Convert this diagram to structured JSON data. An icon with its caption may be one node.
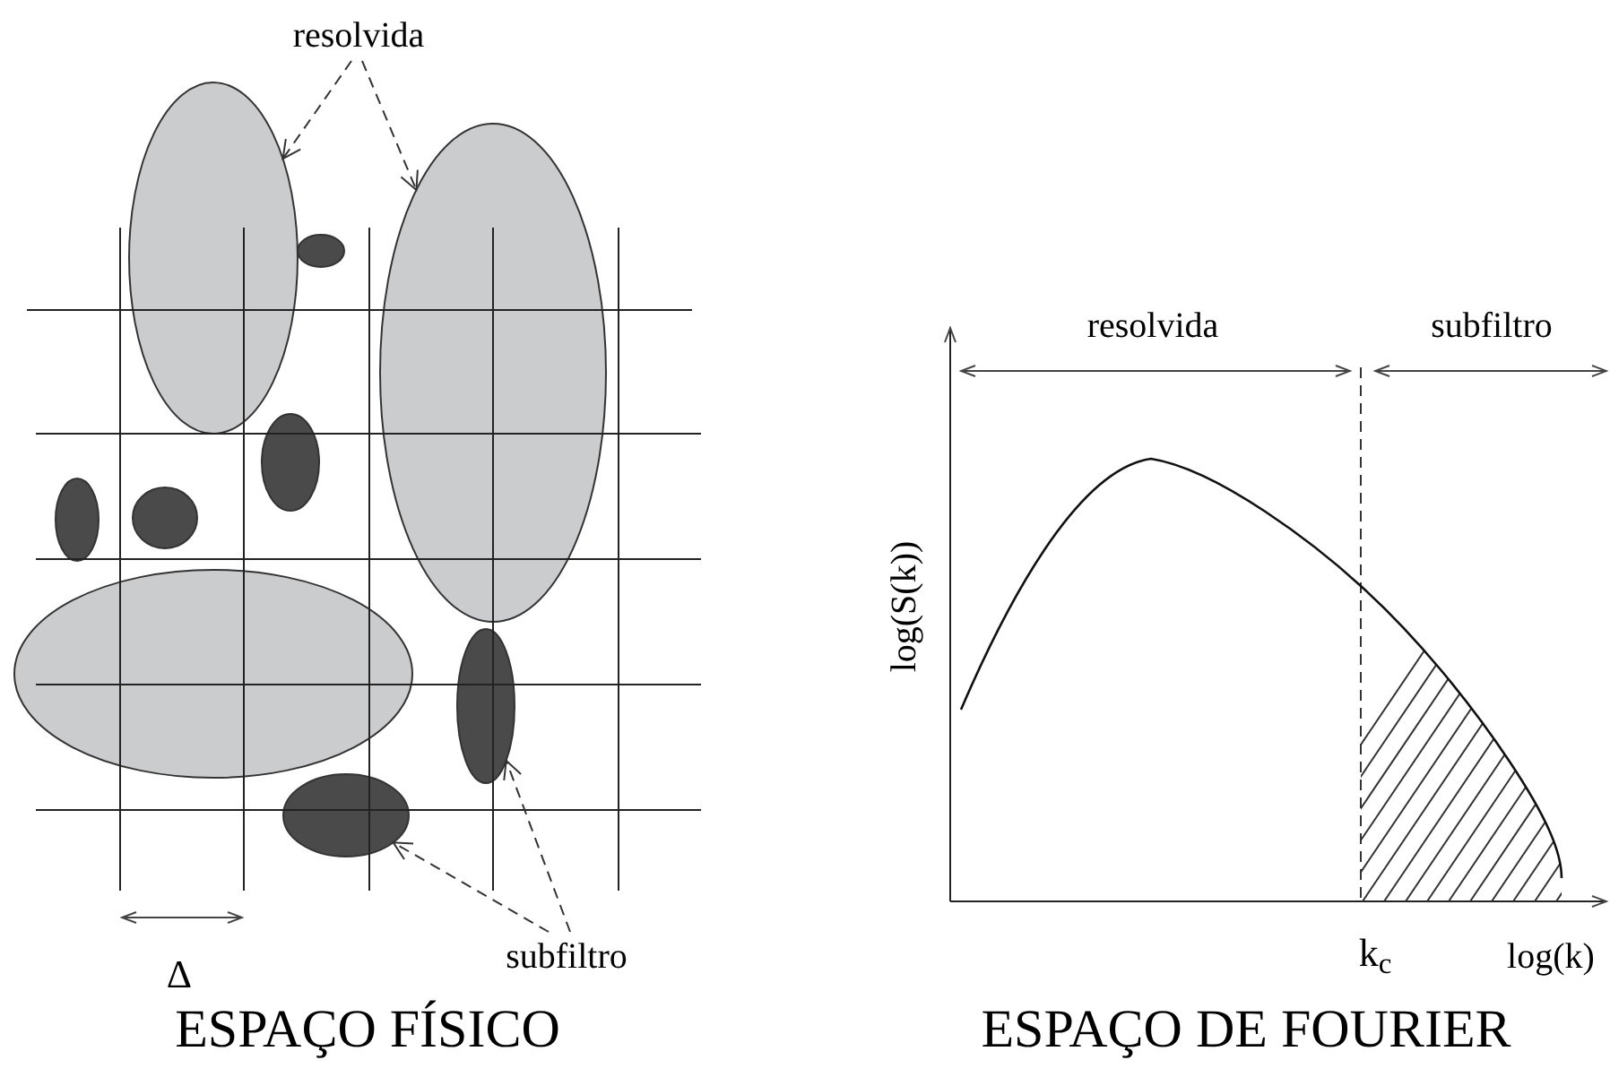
{
  "diagram": {
    "nodes": [
      {
        "text": [
          "resolvida"
        ]
      },
      {
        "text": [],
        "shape": "ellipse"
      },
      {
        "text": [],
        "shape": "ellipse"
      },
      {
        "text": [],
        "shape": "ellipse"
      },
      {
        "text": [],
        "shape": "ellipse"
      },
      {
        "text": [],
        "shape": "ellipse"
      },
      {
        "text": [],
        "shape": "ellipse"
      },
      {
        "text": [],
        "shape": "ellipse"
      },
      {
        "text": [],
        "shape": "ellipse"
      },
      {
        "text": [],
        "shape": "ellipse"
      },
      {
        "text": [
          "subfiltro"
        ]
      }
    ],
    "edges": [
      {
        "from": 0,
        "to": 1,
        "arrow": "to",
        "style": "dashed"
      },
      {
        "from": 0,
        "to": 3,
        "arrow": "to",
        "style": "dashed"
      },
      {
        "from": 10,
        "to": 9,
        "arrow": "to",
        "style": "dashed"
      },
      {
        "from": 10,
        "to": 8,
        "arrow": "to",
        "style": "dashed"
      }
    ],
    "labels": [
      "resolvida",
      "subfiltro",
      "log(S(k))",
      "Δ",
      "k$_{c}$",
      "log(k)",
      "ESPAÇO FÍSICO",
      "ESPAÇO DE FOURIER"
    ]
  }
}
